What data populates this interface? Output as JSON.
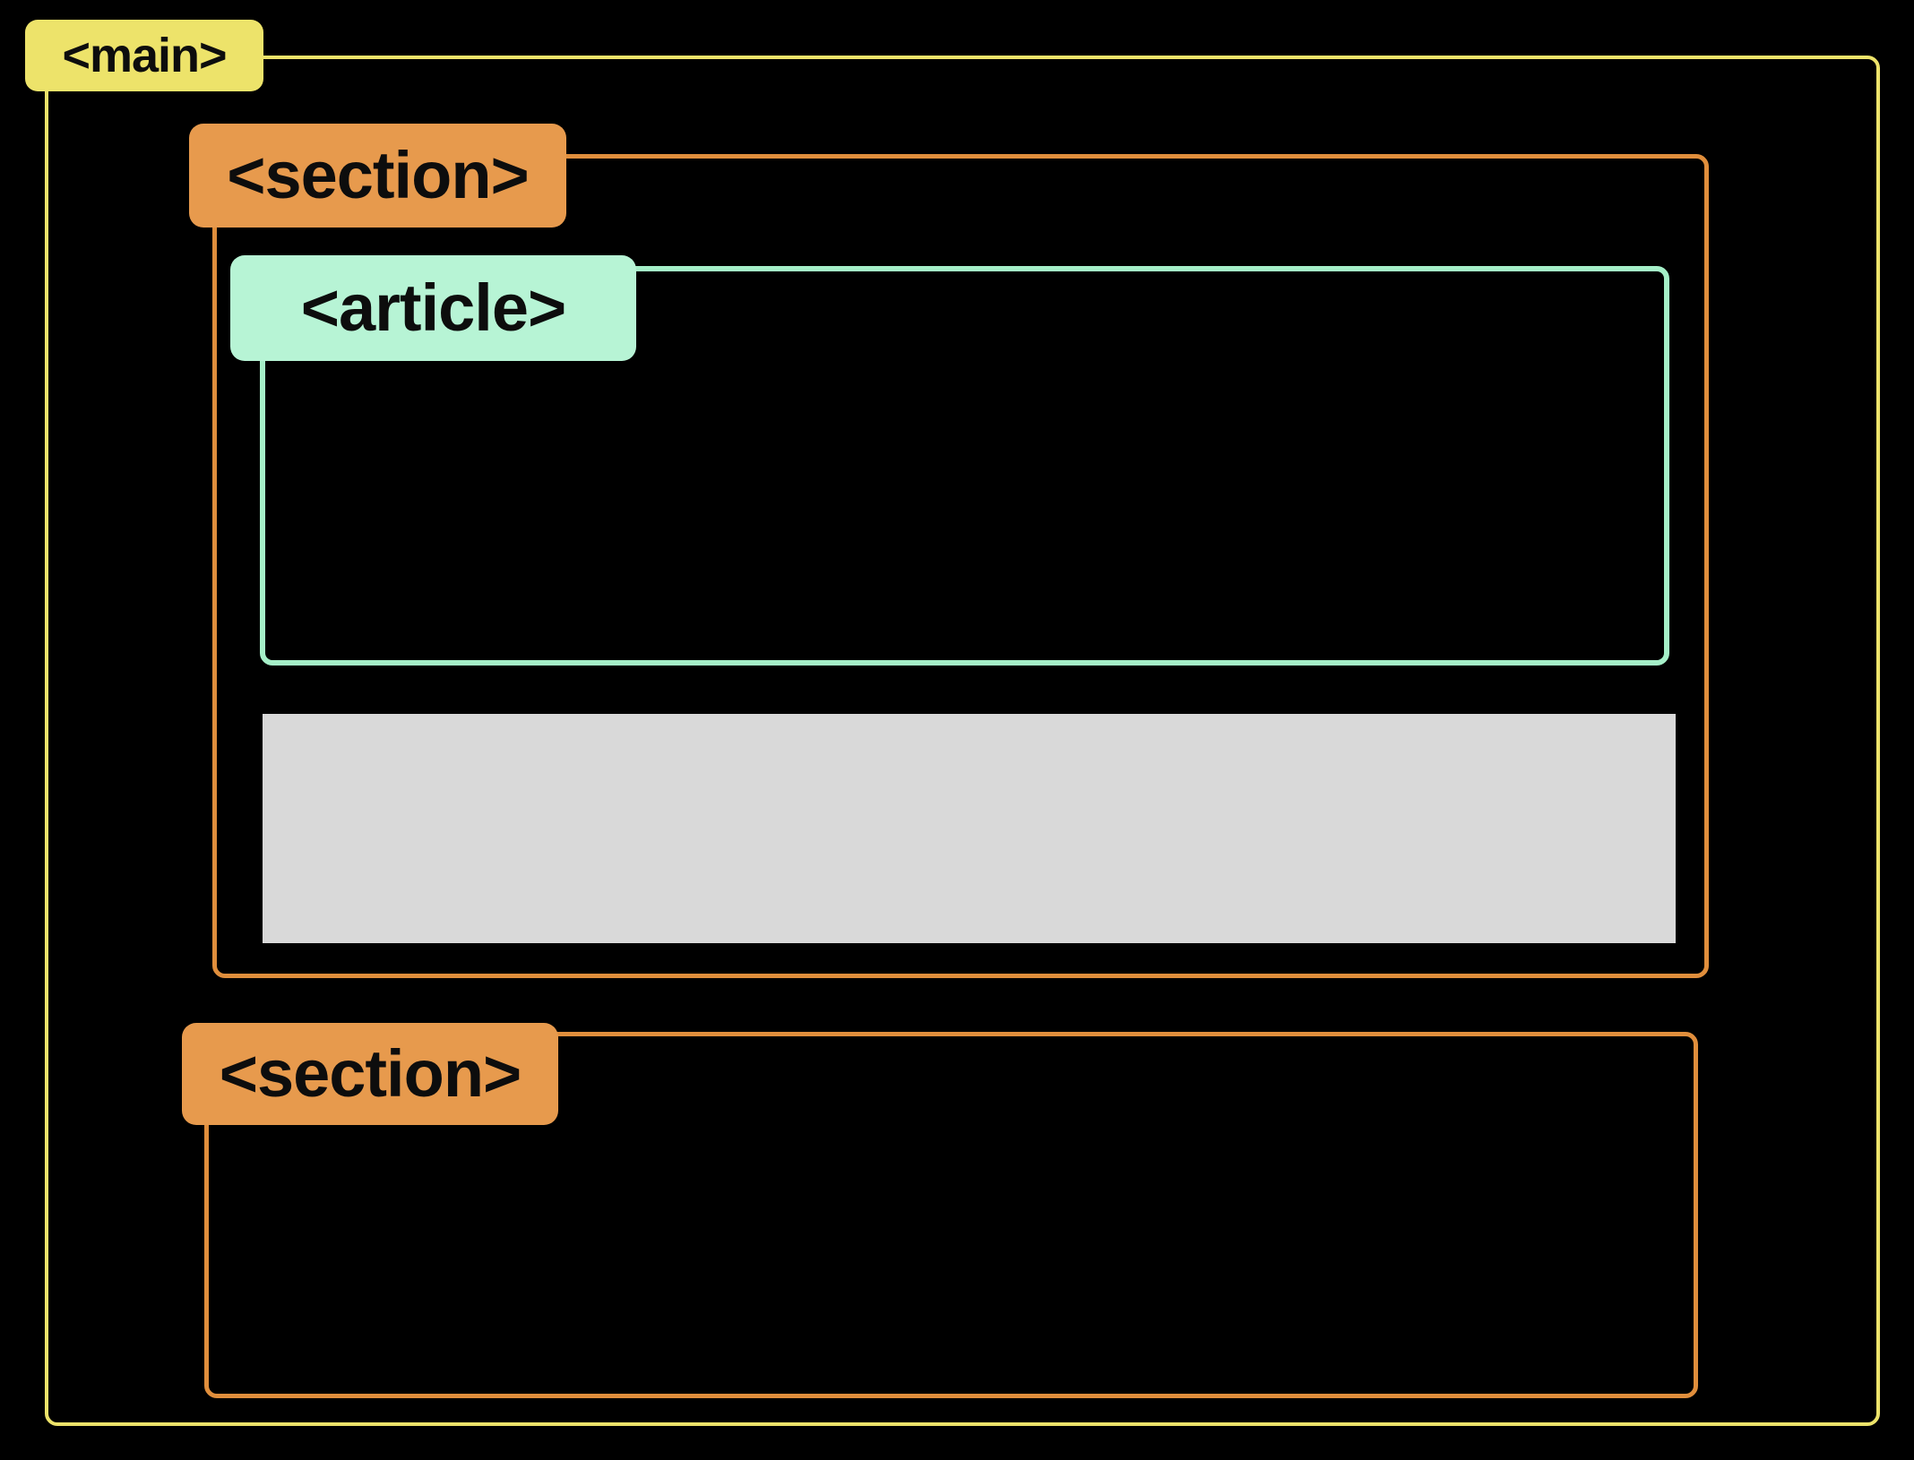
{
  "diagram": {
    "type": "semantic-html-structure",
    "labels": {
      "main": "<main>",
      "section1": "<section>",
      "article": "<article>",
      "section2": "<section>"
    }
  },
  "colors": {
    "background": "#000000",
    "main": "#EDE36A",
    "section": "#E79A4D",
    "section_border": "#E08E3C",
    "article": "#B7F4D5",
    "article_border": "#A5EFC8",
    "content_block": "#D9D9D9",
    "label_text": "#0D0D0D"
  }
}
